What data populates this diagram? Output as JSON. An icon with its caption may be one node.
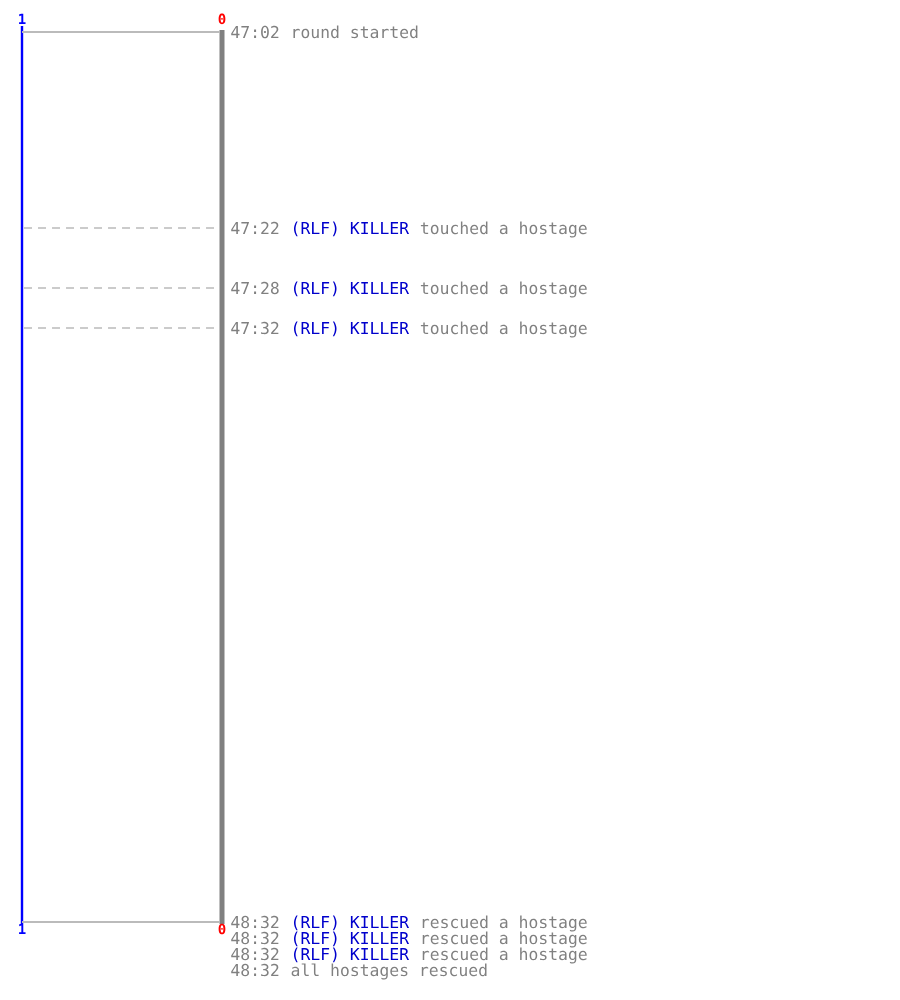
{
  "diagram": {
    "labels": [
      "1",
      "0",
      "47:02",
      "round started",
      "47:22",
      "(RLF) KILLER",
      "touched a hostage",
      "47:28",
      "(RLF) KILLER",
      "touched a hostage",
      "47:32",
      "(RLF) KILLER",
      "touched a hostage",
      "1",
      "0",
      "48:32",
      "(RLF) KILLER",
      "rescued a hostage",
      "48:32",
      "(RLF) KILLER",
      "rescued a hostage",
      "48:32",
      "(RLF) KILLER",
      "rescued a hostage",
      "48:32",
      "all hostages rescued"
    ]
  }
}
